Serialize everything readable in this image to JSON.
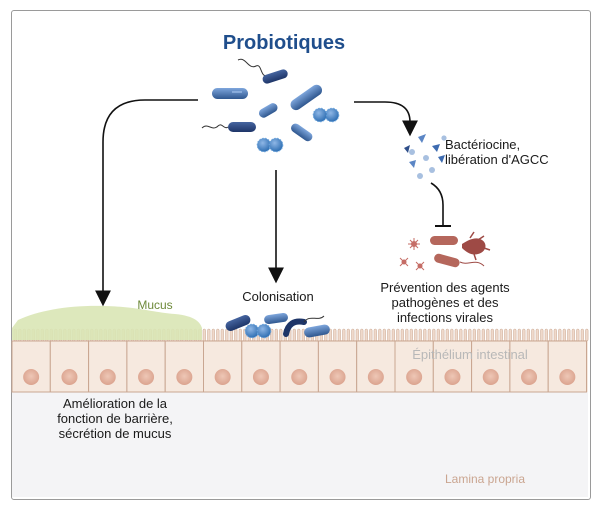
{
  "title": "Probiotiques",
  "labels": {
    "mucus": "Mucus",
    "colonisation": "Colonisation",
    "bacteriocine_line1": "Bactériocine,",
    "bacteriocine_line2": "libération d'AGCC",
    "prevention_line1": "Prévention des agents",
    "prevention_line2": "pathogènes et des",
    "prevention_line3": "infections virales",
    "barrier_line1": "Amélioration de la",
    "barrier_line2": "fonction de barrière,",
    "barrier_line3": "sécrétion de mucus",
    "epithelium": "Épithélium intestinal",
    "lamina": "Lamina propria"
  },
  "colors": {
    "title": "#1f4e8c",
    "bacteria_dark": "#2f4f8a",
    "bacteria_light": "#5b86c5",
    "cocci": "#3d7fc0",
    "mucus_fill": "#d9e6b5",
    "mucus_text": "#6e8a3a",
    "cell_fill": "#f6e9df",
    "cell_border": "#c9a691",
    "nucleus": "#e6b7a4",
    "pathogen": "#b5675c",
    "lamina_bg": "#f4f4f6",
    "arrow": "#111111"
  },
  "icons": [
    "bacteria-cluster-icon",
    "bacteriocin-particles-icon",
    "pathogen-cluster-icon",
    "colonising-bacteria-icon"
  ]
}
